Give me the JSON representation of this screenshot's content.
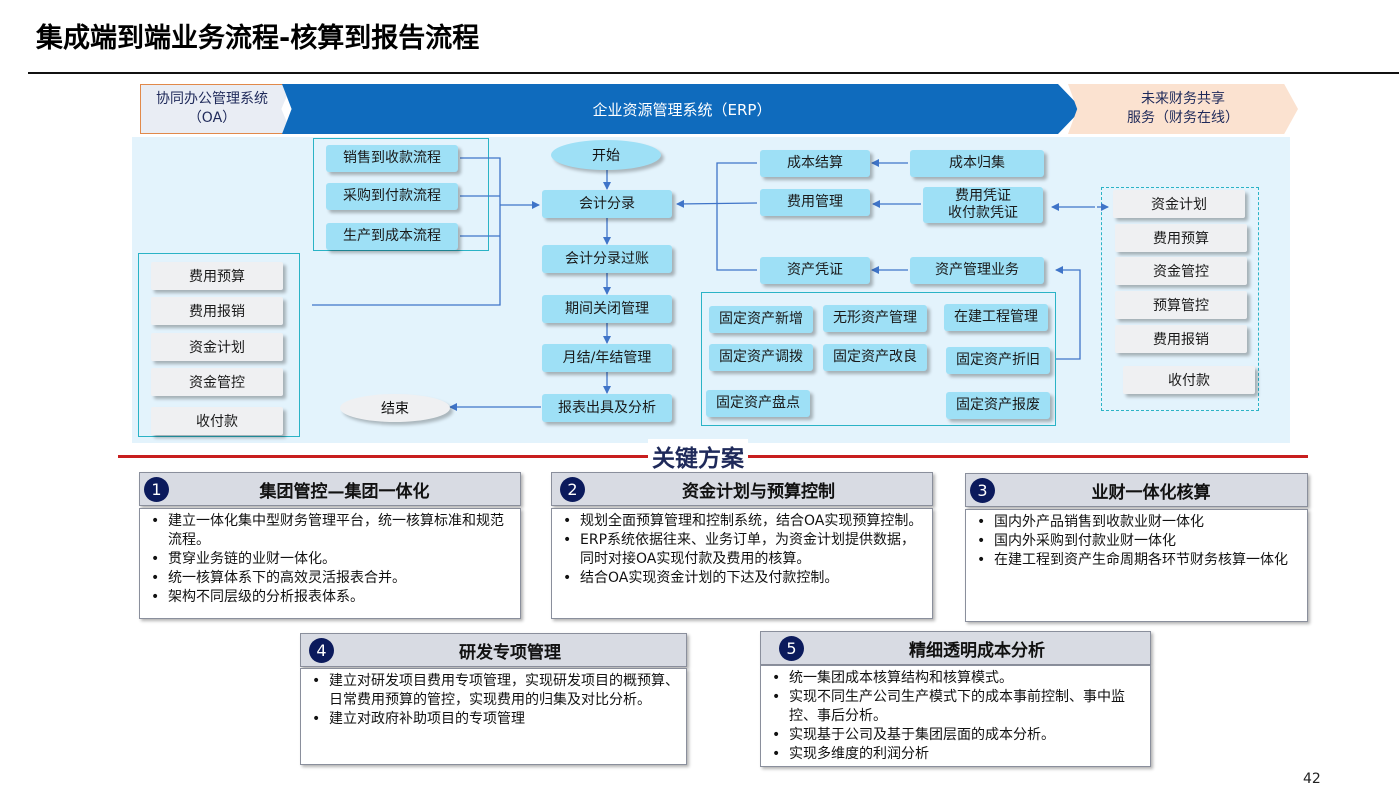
{
  "title": "集成端到端业务流程-核算到报告流程",
  "banner": {
    "oa_line1": "协同办公管理系统",
    "oa_line2": "（OA）",
    "erp": "企业资源管理系统（ERP）",
    "future_line1": "未来财务共享",
    "future_line2": "服务（财务在线）"
  },
  "oa_modules": [
    "费用预算",
    "费用报销",
    "资金计划",
    "资金管控",
    "收付款"
  ],
  "source_flows": [
    "销售到收款流程",
    "采购到付款流程",
    "生产到成本流程"
  ],
  "main_flow": {
    "start": "开始",
    "steps": [
      "会计分录",
      "会计分录过账",
      "期间关闭管理",
      "月结/年结管理",
      "报表出具及分析"
    ],
    "end": "结束"
  },
  "erp_middle": {
    "cost_settle": "成本结算",
    "expense_mgmt": "费用管理",
    "asset_voucher": "资产凭证",
    "cost_collect": "成本归集",
    "expense_voucher_line1": "费用凭证",
    "expense_voucher_line2": "收付款凭证",
    "asset_business": "资产管理业务"
  },
  "fixed_assets": [
    "固定资产新增",
    "无形资产管理",
    "在建工程管理",
    "固定资产调拨",
    "固定资产改良",
    "固定资产折旧",
    "固定资产盘点",
    "固定资产报废"
  ],
  "future_modules": [
    "资金计划",
    "费用预算",
    "资金管控",
    "预算管控",
    "费用报销",
    "收付款"
  ],
  "key_solutions_title": "关键方案",
  "cards": [
    {
      "num": "1",
      "title": "集团管控—集团一体化",
      "bullets": [
        "建立一体化集中型财务管理平台，统一核算标准和规范流程。",
        "贯穿业务链的业财一体化。",
        "统一核算体系下的高效灵活报表合并。",
        "架构不同层级的分析报表体系。"
      ]
    },
    {
      "num": "2",
      "title": "资金计划与预算控制",
      "bullets": [
        "规划全面预算管理和控制系统，结合OA实现预算控制。",
        "ERP系统依据往来、业务订单，为资金计划提供数据，同时对接OA实现付款及费用的核算。",
        "结合OA实现资金计划的下达及付款控制。"
      ]
    },
    {
      "num": "3",
      "title": "业财一体化核算",
      "bullets": [
        "国内外产品销售到收款业财一体化",
        "国内外采购到付款业财一体化",
        "在建工程到资产生命周期各环节财务核算一体化"
      ]
    },
    {
      "num": "4",
      "title": "研发专项管理",
      "bullets": [
        "建立对研发项目费用专项管理，实现研发项目的概预算、日常费用预算的管控，实现费用的归集及对比分析。",
        "建立对政府补助项目的专项管理"
      ]
    },
    {
      "num": "5",
      "title": "精细透明成本分析",
      "bullets": [
        "统一集团成本核算结构和核算模式。",
        "实现不同生产公司生产模式下的成本事前控制、事中监控、事后分析。",
        "实现基于公司及基于集团层面的成本分析。",
        "实现多维度的利润分析"
      ]
    }
  ],
  "page_number": "42",
  "colors": {
    "erp_banner": "#0f6bbd",
    "box_fill": "#9ee0f6",
    "panel": "#e3f3fc",
    "accent_red": "#c81e1e",
    "number_badge": "#0b1a5c",
    "flow_line": "#3f74c8"
  }
}
